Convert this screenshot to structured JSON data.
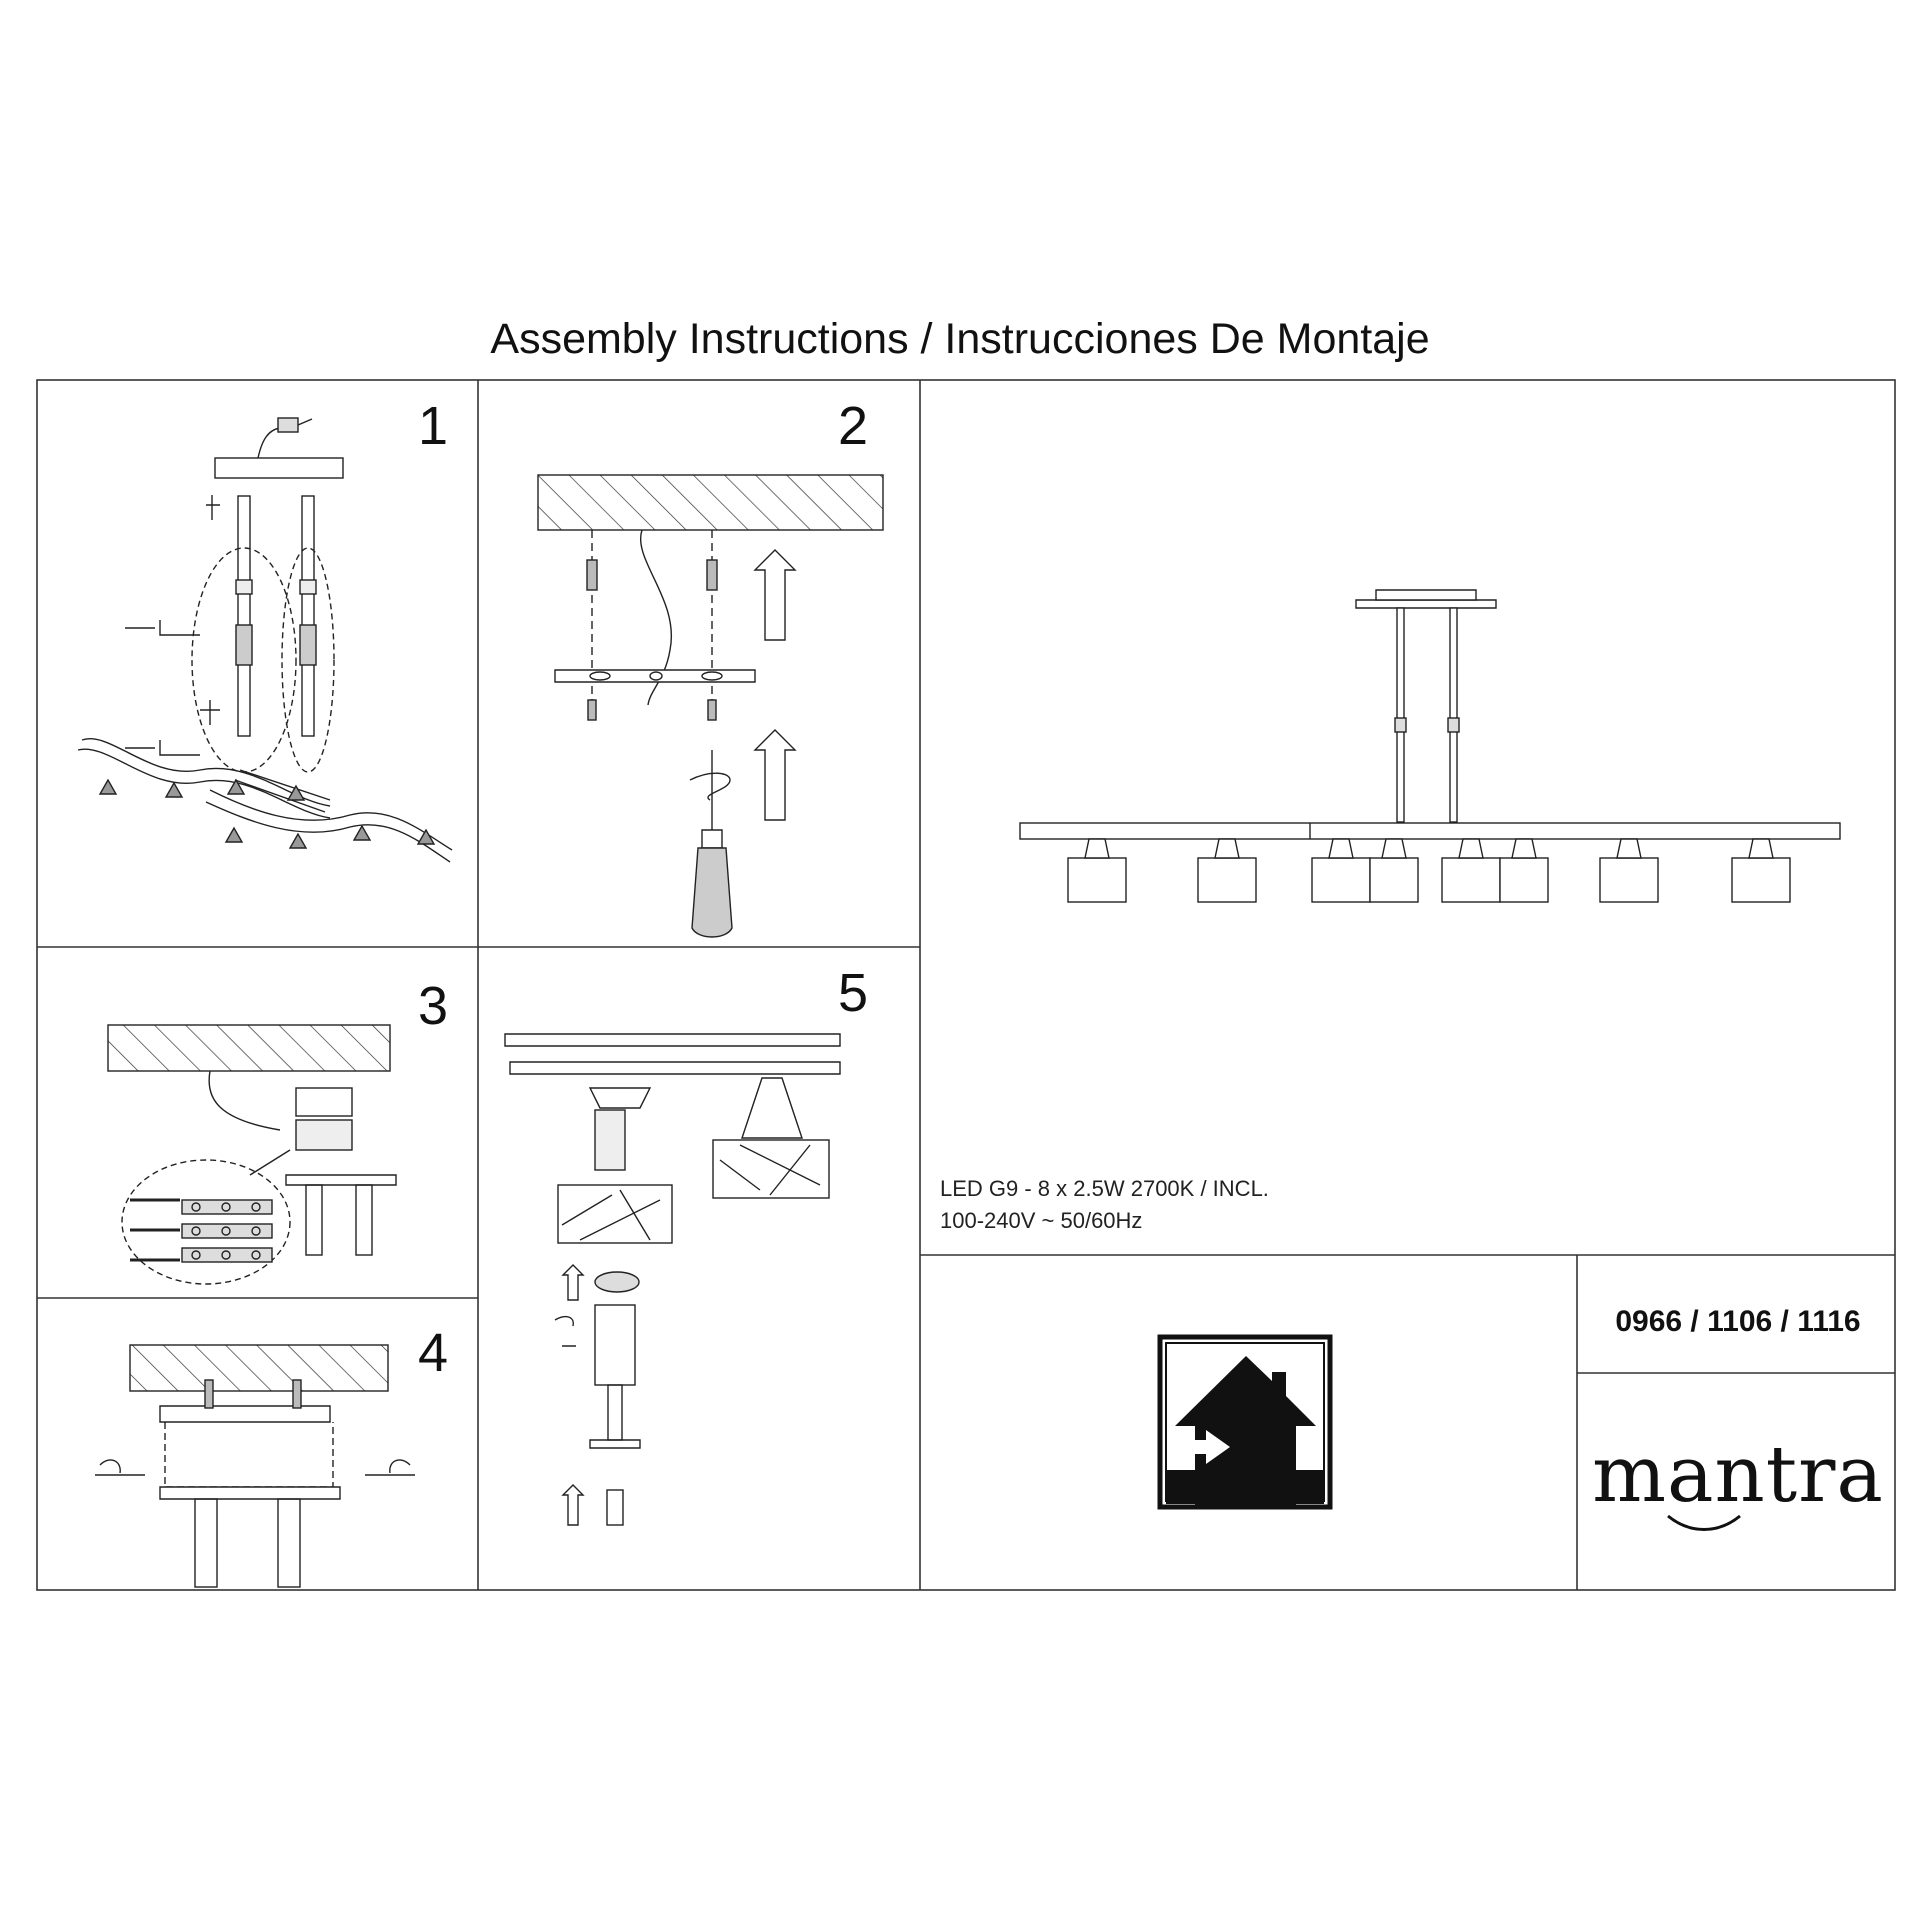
{
  "document": {
    "title": "Assembly Instructions / Instrucciones De Montaje"
  },
  "steps": [
    {
      "number": "1"
    },
    {
      "number": "2"
    },
    {
      "number": "3"
    },
    {
      "number": "4"
    },
    {
      "number": "5"
    }
  ],
  "specs": {
    "line1": "LED G9 - 8 x 2.5W  2700K /  INCL.",
    "line2": "100-240V ~ 50/60Hz"
  },
  "product": {
    "model_numbers": "0966 / 1106 / 1116"
  },
  "brand": {
    "logo_text": "mantra"
  },
  "icons": {
    "indoor": "indoor-use-house-icon"
  }
}
